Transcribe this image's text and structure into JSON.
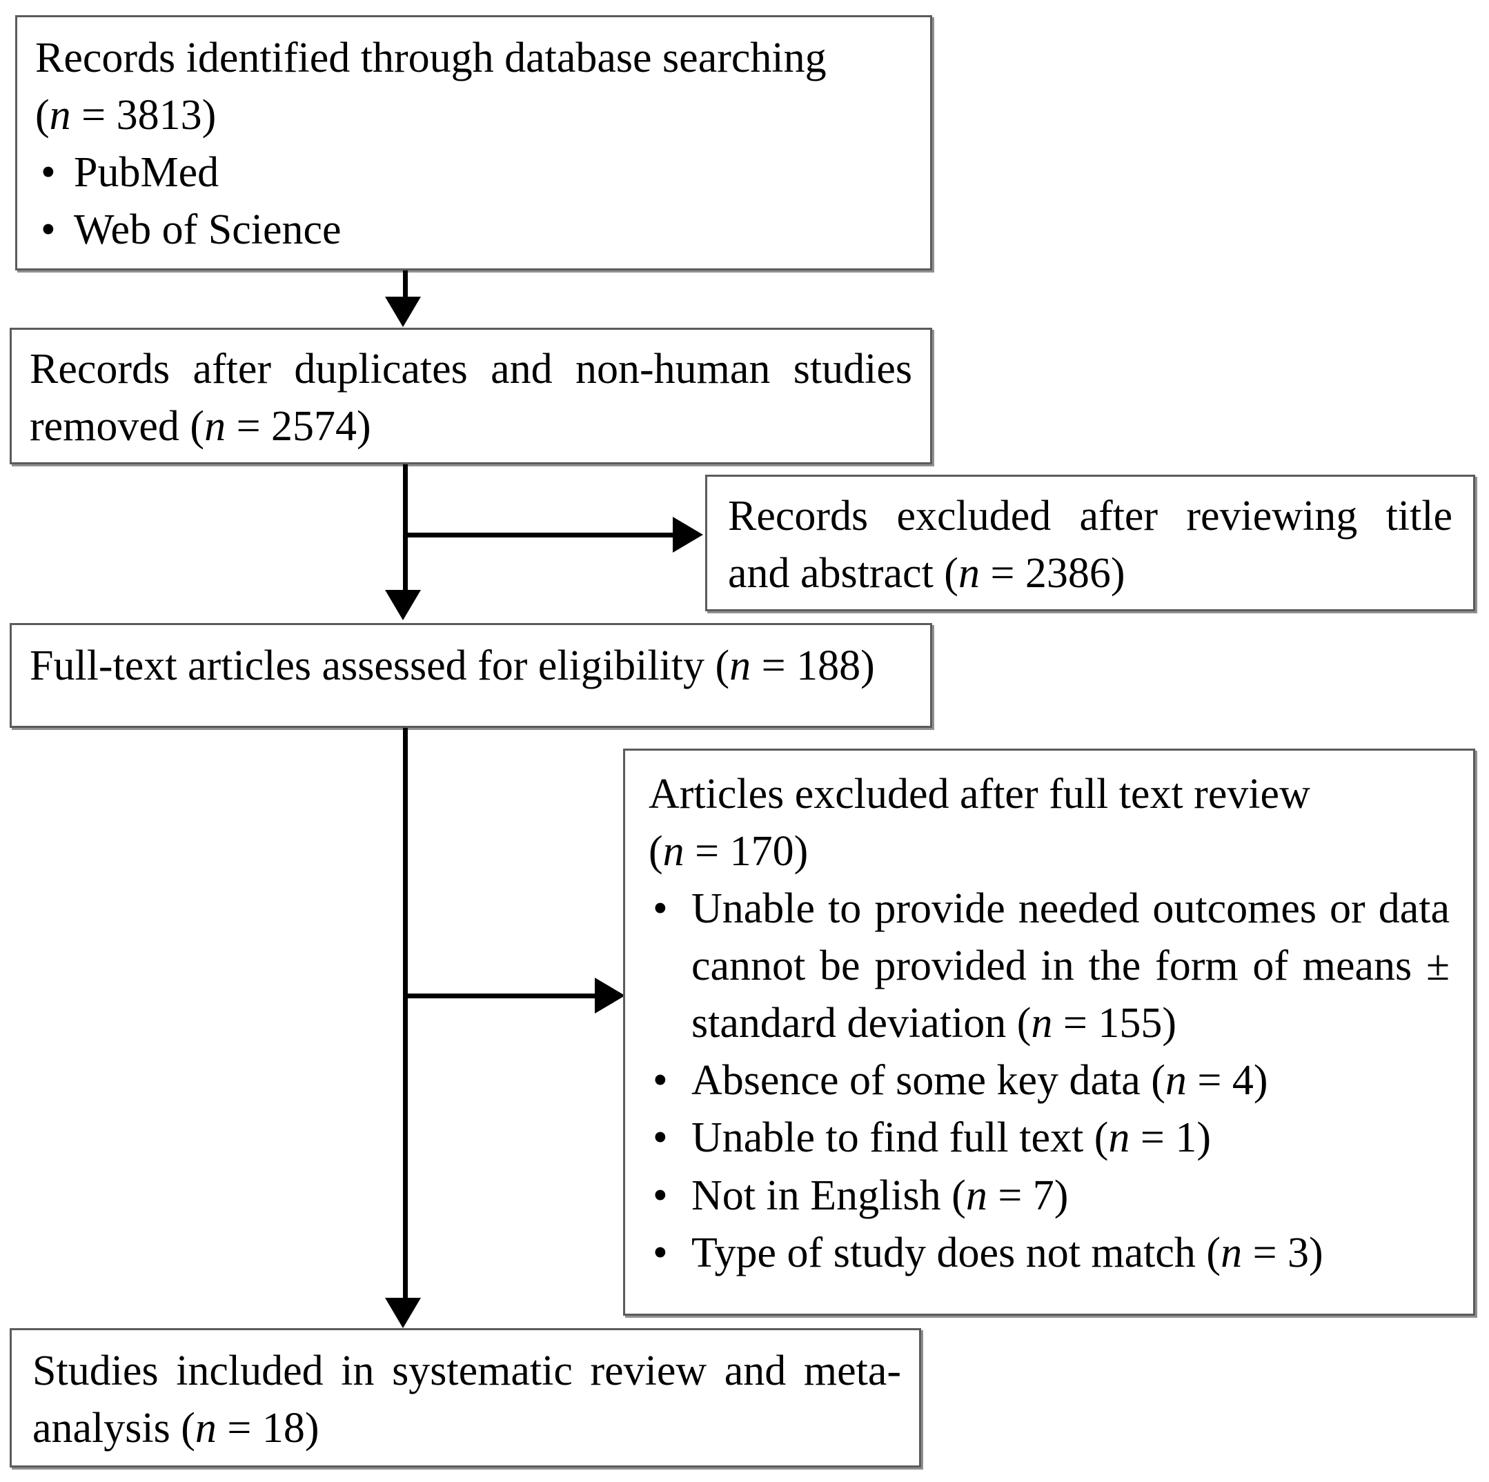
{
  "diagram": {
    "type": "prisma-flow-diagram",
    "title": "PRISMA study selection flow diagram",
    "nodes": [
      {
        "id": "identified",
        "name": "records-identified-box",
        "lines": [
          "Records identified through database searching",
          "(n = 3813)"
        ],
        "line1": "Records identified through database searching",
        "line2_prefix": "(",
        "line2_italic": "n",
        "line2_suffix": " = 3813)",
        "bullets": [
          "PubMed",
          "Web of Science"
        ]
      },
      {
        "id": "deduplicated",
        "name": "records-after-duplicates-box",
        "text_before": "Records after duplicates and non-human studies removed (",
        "italic": "n",
        "text_after": " = 2574)",
        "full_text": "Records after duplicates and non-human studies removed (n = 2574)"
      },
      {
        "id": "excluded-title-abstract",
        "name": "records-excluded-title-abstract-box",
        "text_before": "Records excluded after reviewing title and abstract (",
        "italic": "n",
        "text_after": " = 2386)",
        "full_text": "Records excluded after reviewing title and abstract (n = 2386)"
      },
      {
        "id": "fulltext-assessed",
        "name": "full-text-assessed-box",
        "text_before": "Full-text articles assessed for eligibility (",
        "italic": "n",
        "text_after": " = 188)",
        "full_text": "Full-text articles assessed for eligibility (n = 188)"
      },
      {
        "id": "excluded-fulltext",
        "name": "articles-excluded-full-text-box",
        "heading": "Articles excluded after full text review",
        "count_prefix": "(",
        "count_italic": "n",
        "count_suffix": " = 170)",
        "bullets": [
          {
            "text_before": "Unable to provide needed outcomes or data cannot be provided in the form of means ± standard deviation (",
            "italic": "n",
            "text_after": " = 155)",
            "full_text": "Unable to provide needed outcomes or data cannot be provided in the form of means ± standard deviation (n = 155)"
          },
          {
            "text_before": "Absence of some key data (",
            "italic": "n",
            "text_after": " = 4)",
            "full_text": "Absence of some key data (n = 4)"
          },
          {
            "text_before": "Unable to find full text (",
            "italic": "n",
            "text_after": " = 1)",
            "full_text": "Unable to find full text (n = 1)"
          },
          {
            "text_before": "Not in English (",
            "italic": "n",
            "text_after": " = 7)",
            "full_text": "Not in English (n = 7)"
          },
          {
            "text_before": "Type of study does not match (",
            "italic": "n",
            "text_after": " = 3)",
            "full_text": "Type of study does not match (n = 3)"
          }
        ]
      },
      {
        "id": "included",
        "name": "studies-included-box",
        "text_before": "Studies included in systematic review and meta-analysis (",
        "italic": "n",
        "text_after": " = 18)",
        "full_text": "Studies included in systematic review and meta-analysis (n = 18)"
      }
    ],
    "counts": {
      "identified": 3813,
      "after_duplicates": 2574,
      "excluded_title_abstract": 2386,
      "full_text_assessed": 188,
      "excluded_full_text": 170,
      "excluded_no_outcomes_or_means_sd": 155,
      "excluded_absence_key_data": 4,
      "excluded_no_full_text": 1,
      "excluded_not_english": 7,
      "excluded_study_type": 3,
      "included": 18
    },
    "colors": {
      "box_border": "#5b5b5b",
      "box_shadow": "#909090",
      "connector": "#000000",
      "text": "#000000",
      "background": "#ffffff"
    }
  }
}
